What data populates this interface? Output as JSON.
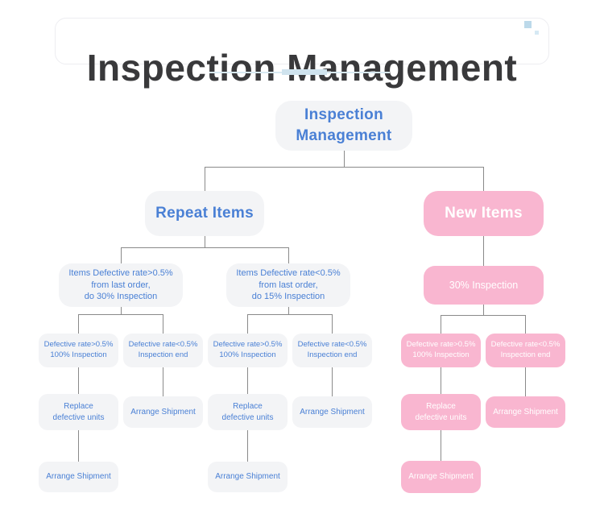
{
  "header": {
    "title": "Inspection Management"
  },
  "tree": {
    "root": "Inspection\nManagement",
    "branches": {
      "repeat": {
        "label": "Repeat Items",
        "high": {
          "head": "Items Defective rate>0.5%\nfrom last order,\ndo 30% Inspection",
          "defect_high": "Defective rate>0.5%\n100% Inspection",
          "defect_low": "Defective rate<0.5%\nInspection end",
          "replace": "Replace\ndefective units",
          "ship_low": "Arrange Shipment",
          "ship_final": "Arrange Shipment"
        },
        "low": {
          "head": "Items Defective rate<0.5%\nfrom last order,\ndo 15% Inspection",
          "defect_high": "Defective rate>0.5%\n100% Inspection",
          "defect_low": "Defective rate<0.5%\nInspection end",
          "replace": "Replace\ndefective units",
          "ship_low": "Arrange Shipment",
          "ship_final": "Arrange Shipment"
        }
      },
      "new": {
        "label": "New Items",
        "head": "30% Inspection",
        "defect_high": "Defective rate>0.5%\n100% Inspection",
        "defect_low": "Defective rate<0.5%\nInspection end",
        "replace": "Replace\ndefective units",
        "ship_low": "Arrange Shipment",
        "ship_final": "Arrange Shipment"
      }
    }
  },
  "colors": {
    "blue_text": "#4a80d5",
    "pink_node": "#f9b6d0",
    "gray_node": "#f3f4f6",
    "connector": "#8a8a8a",
    "title_dark": "#39393b",
    "underline_blue": "#cfe3ee"
  }
}
